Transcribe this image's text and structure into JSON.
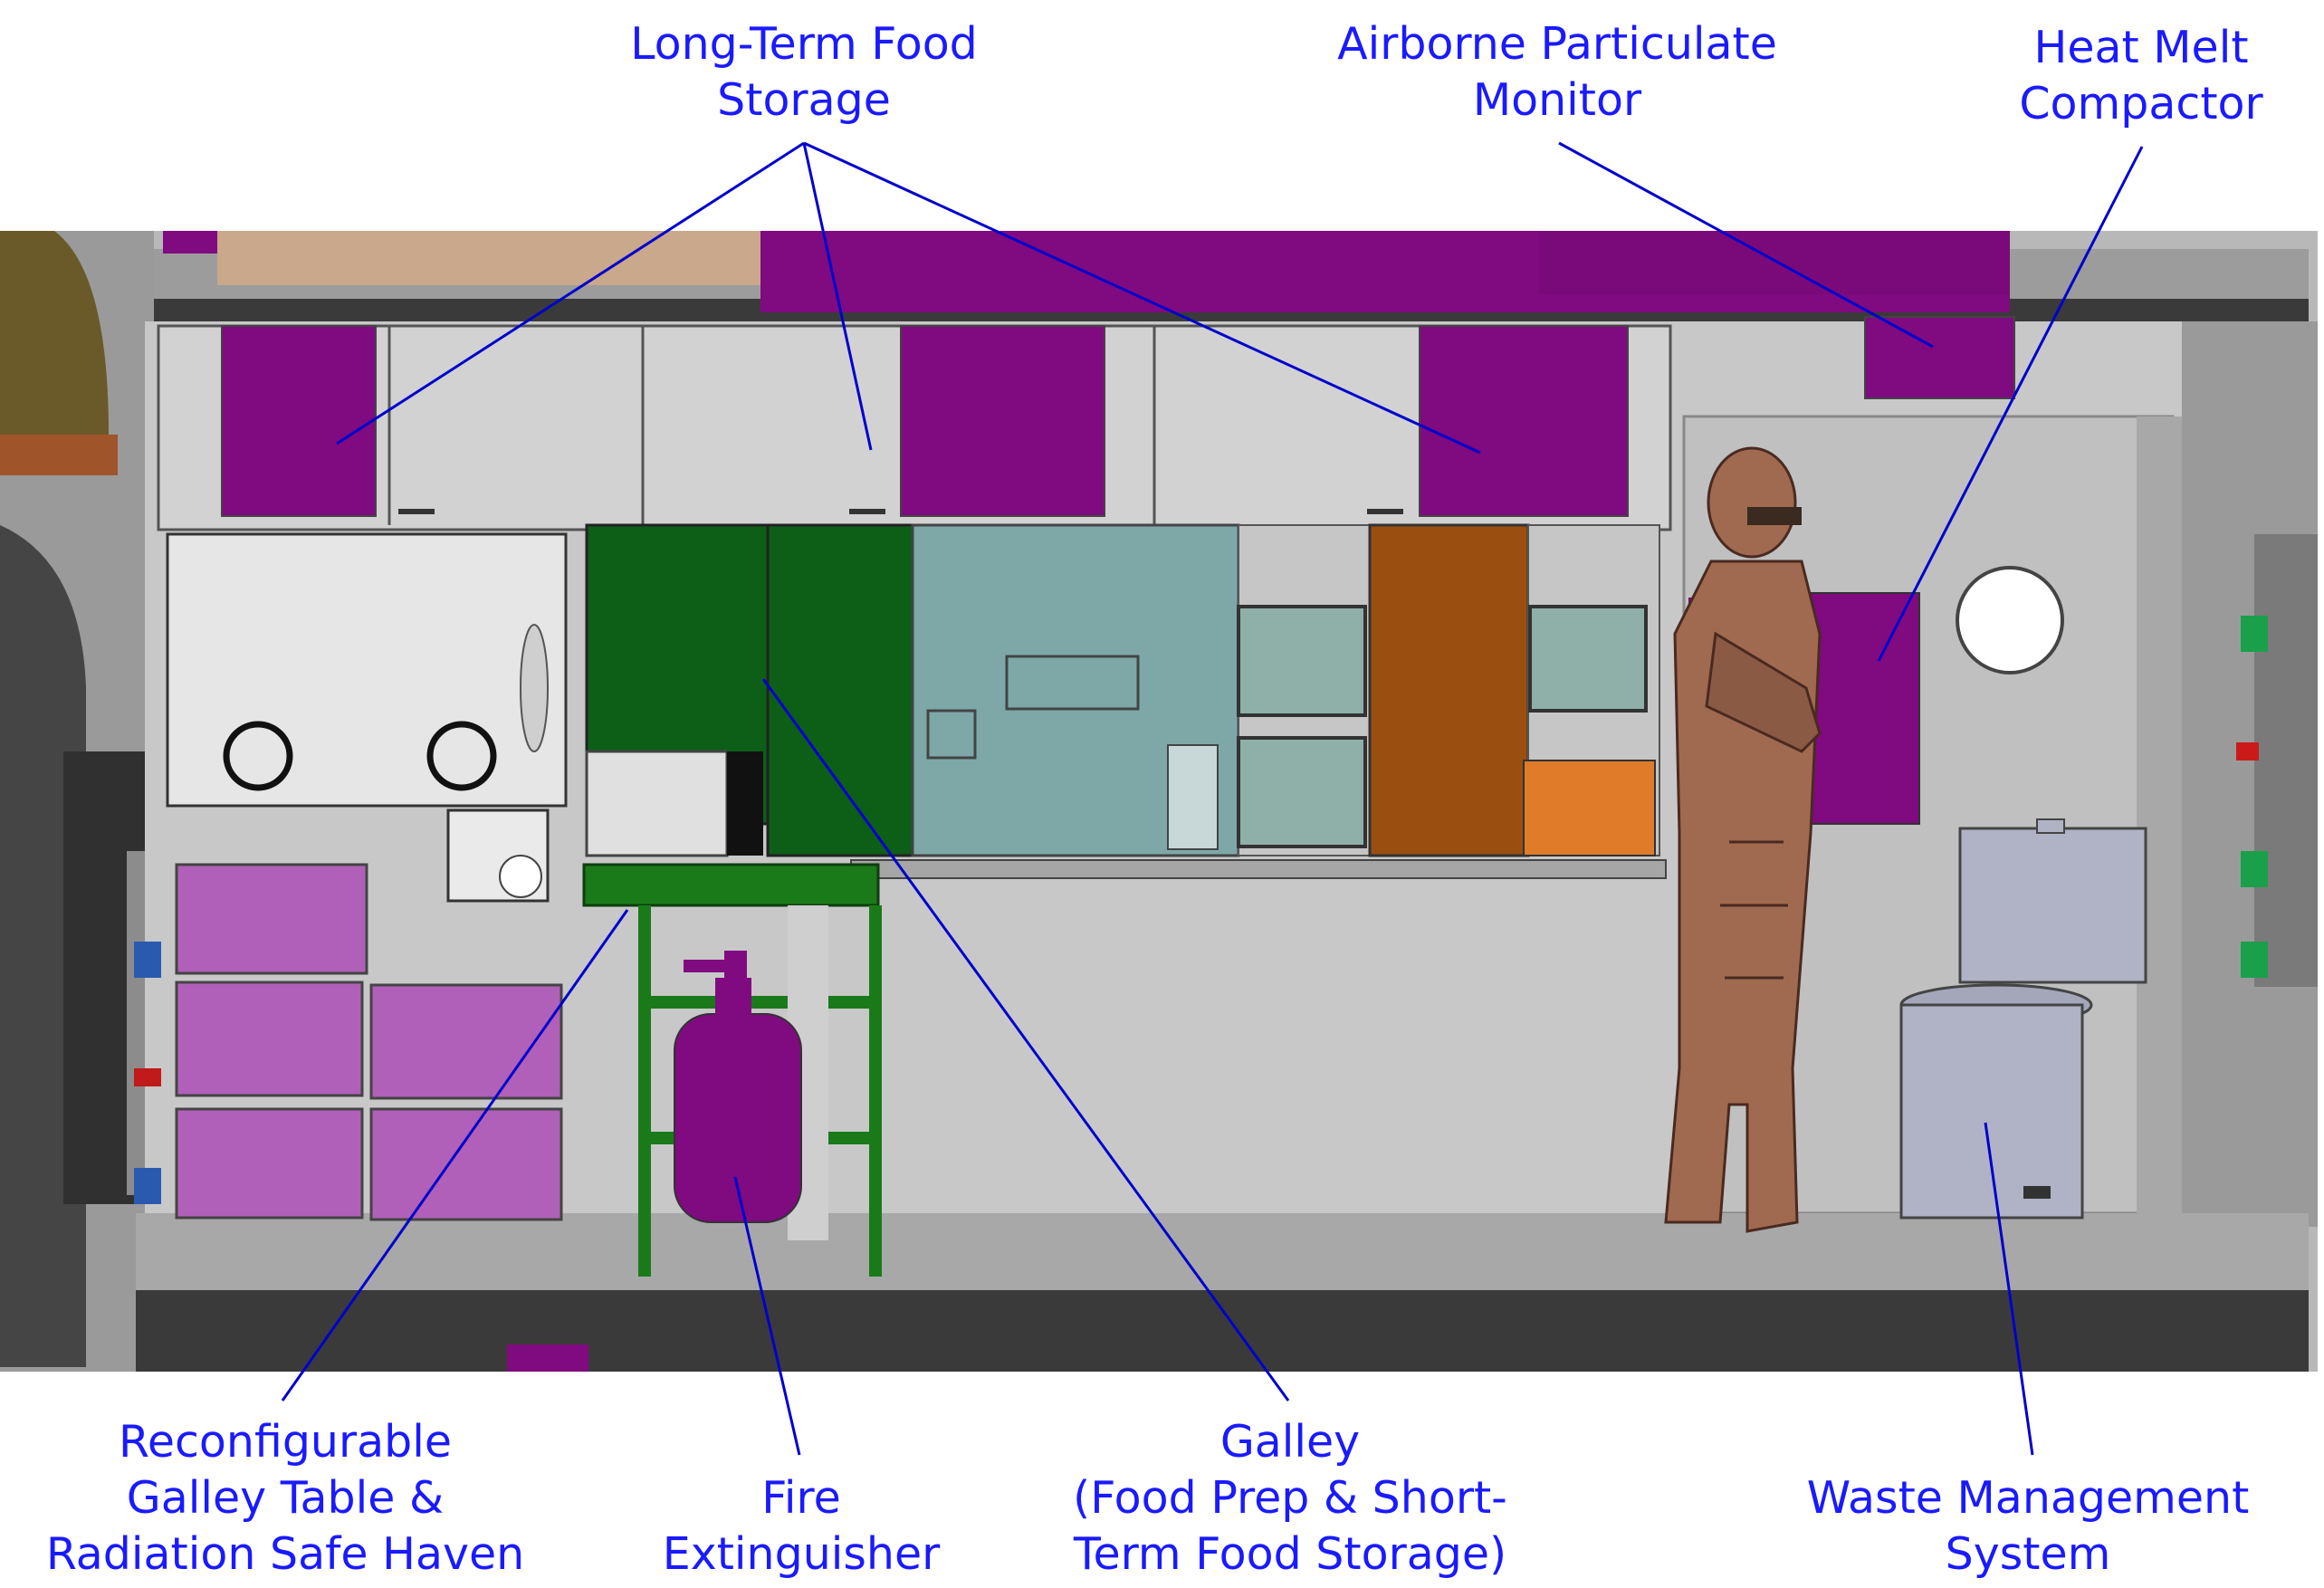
{
  "labels": {
    "long_term_food": "Long-Term Food\nStorage",
    "particulate_monitor": "Airborne Particulate\nMonitor",
    "heat_melt": "Heat Melt\nCompactor",
    "galley_table": "Reconfigurable\nGalley Table &\nRadiation Safe Haven",
    "fire_extinguisher": "Fire\nExtinguisher",
    "galley": "Galley\n(Food Prep & Short-\nTerm Food Storage)",
    "waste_mgmt": "Waste Management\nSystem"
  },
  "colors": {
    "callout_text": "#1a1aff",
    "leader_line": "#0000cc",
    "storage_magenta": "#800a80",
    "drawer_pink": "#b060b8",
    "galley_green": "#0d5e17",
    "table_green": "#1a7a1a",
    "galley_teal": "#7ea8a8",
    "orange": "#9a4f10",
    "light_orange": "#e07b2a",
    "cabinet_gray": "#d0d0d0",
    "wall_gray": "#c4c4c4",
    "floor_gray": "#b8b8b8",
    "astronaut_brown": "#a06a50"
  }
}
